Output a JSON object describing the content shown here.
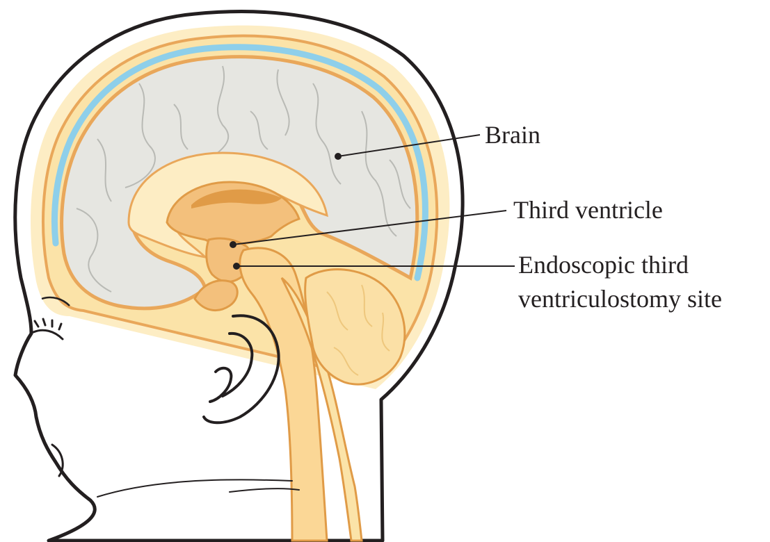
{
  "labels": {
    "brain": "Brain",
    "third_ventricle": "Third ventricle",
    "etv_site_line1": "Endoscopic third",
    "etv_site_line2": "ventriculostomy site"
  },
  "colors": {
    "skin_outline": "#231f20",
    "scalp": "#fdedc4",
    "skull": "#fbe3a8",
    "csf_layer": "#8ecfea",
    "dura_orange": "#e9a75a",
    "cerebrum": "#e6e6e1",
    "brainstem": "#fbd796",
    "ventricle_dark": "#e09b47",
    "cerebellum": "#fbe0a6"
  }
}
